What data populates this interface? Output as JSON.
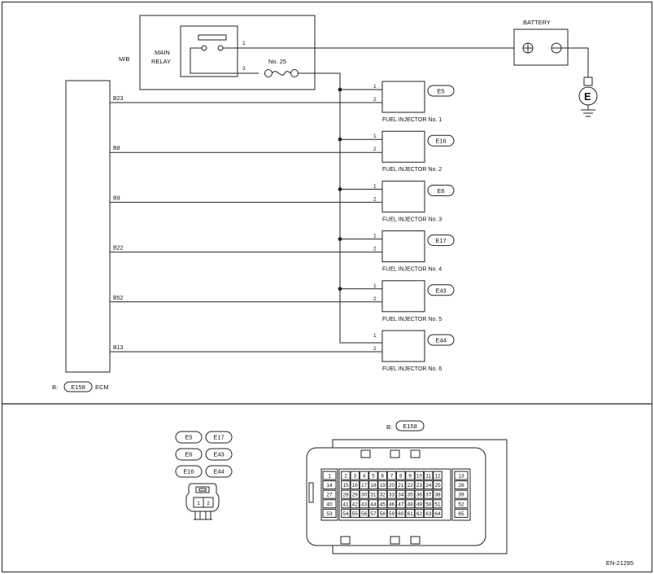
{
  "relay": {
    "mb_label": "M/B",
    "main_relay_label": [
      "MAIN",
      "RELAY"
    ],
    "pin1": "1",
    "pin3": "3",
    "fuse_label": "No. 25"
  },
  "battery": {
    "label": "BATTERY",
    "ground_label": "E"
  },
  "ecm": {
    "label_prefix": "B:",
    "connector": "E158",
    "label_suffix": "ECM"
  },
  "injectors": [
    {
      "ecm_pin": "B23",
      "connector": "E5",
      "label": "FUEL INJECTOR No. 1",
      "pin1": "1",
      "pin2": "2"
    },
    {
      "ecm_pin": "B8",
      "connector": "E16",
      "label": "FUEL INJECTOR No. 2",
      "pin1": "1",
      "pin2": "2"
    },
    {
      "ecm_pin": "B9",
      "connector": "E6",
      "label": "FUEL INJECTOR No. 3",
      "pin1": "1",
      "pin2": "2"
    },
    {
      "ecm_pin": "B22",
      "connector": "E17",
      "label": "FUEL INJECTOR No. 4",
      "pin1": "1",
      "pin2": "2"
    },
    {
      "ecm_pin": "B52",
      "connector": "E43",
      "label": "FUEL INJECTOR No. 5",
      "pin1": "1",
      "pin2": "2"
    },
    {
      "ecm_pin": "B13",
      "connector": "E44",
      "label": "FUEL INJECTOR No. 6",
      "pin1": "1",
      "pin2": "2"
    }
  ],
  "legend": {
    "connectors": [
      "E5",
      "E17",
      "E6",
      "E43",
      "E16",
      "E44"
    ],
    "small_pins": [
      "1",
      "2"
    ],
    "ecm_connector_title_prefix": "B:",
    "ecm_connector_title": "E158",
    "ecm_pin_rows": [
      [
        "1",
        "2",
        "3",
        "4",
        "5",
        "6",
        "7",
        "8",
        "9",
        "10",
        "11",
        "12",
        "13"
      ],
      [
        "14",
        "15",
        "16",
        "17",
        "18",
        "19",
        "20",
        "21",
        "22",
        "23",
        "24",
        "25",
        "26"
      ],
      [
        "27",
        "28",
        "29",
        "30",
        "31",
        "32",
        "33",
        "34",
        "35",
        "36",
        "37",
        "38",
        "39"
      ],
      [
        "40",
        "41",
        "42",
        "43",
        "44",
        "45",
        "46",
        "47",
        "48",
        "49",
        "50",
        "51",
        "52"
      ],
      [
        "53",
        "54",
        "55",
        "56",
        "57",
        "58",
        "59",
        "60",
        "61",
        "62",
        "63",
        "64",
        "65"
      ]
    ]
  },
  "footer": {
    "code": "EN-21295"
  }
}
